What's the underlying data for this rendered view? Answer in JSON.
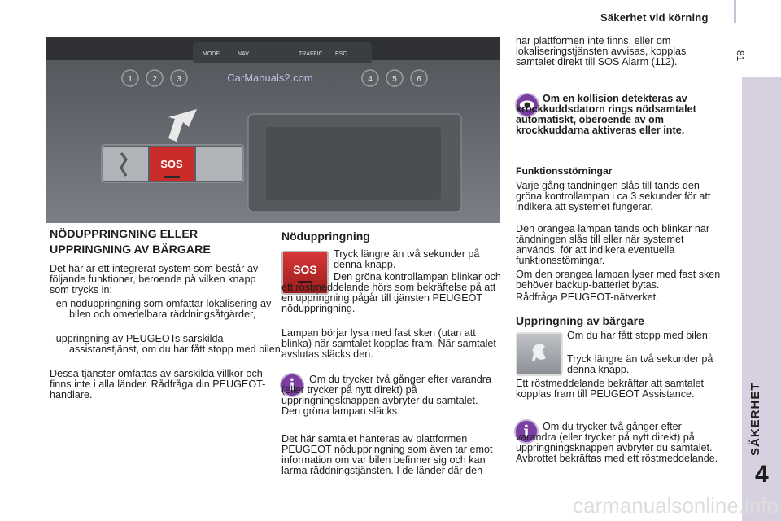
{
  "header": {
    "title": "Säkerhet vid körning",
    "page_number": "81"
  },
  "sidebar": {
    "section": "SÄKERHET",
    "chapter": "4"
  },
  "photo": {
    "buttons": [
      "MODE",
      "NAV",
      "TRAFFIC",
      "ESC"
    ],
    "numbers": [
      "1",
      "2",
      "3",
      "4",
      "5",
      "6"
    ],
    "sos_label": "SOS",
    "watermark": "CarManuals2.com"
  },
  "col1": {
    "heading": "NÖDUPPRINGNING ELLER UPPRINGNING AV BÄRGARE",
    "intro": "Det här är ett integrerat system som består av följande funktioner, beroende på vilken knapp som trycks in:",
    "bullets": [
      "- en nöduppringning som omfattar lokalisering av bilen och omedelbara räddningsåtgärder,",
      "- uppringning av PEUGEOTs särskilda assistanstjänst, om du har fått stopp med bilen."
    ],
    "outro": "Dessa tjänster omfattas av särskilda villkor och finns inte i alla länder. Rådfråga din PEUGEOT-handlare."
  },
  "col2": {
    "heading": "Nöduppringning",
    "sos_label": "SOS",
    "p1": "Tryck längre än två sekunder på denna knapp.",
    "p2": "Den gröna kontrollampan blinkar och ett röstmeddelande hörs som bekräftelse på att en uppringning pågår till tjänsten PEUGEOT nöduppringning.",
    "p3": "Lampan börjar lysa med fast sken (utan att blinka) när samtalet kopplas fram. När samtalet avslutas släcks den.",
    "info": "Om du trycker två gånger efter varandra (eller trycker på nytt direkt) på uppringningsknappen avbryter du samtalet. Den gröna lampan släcks.",
    "p4": "Det här samtalet hanteras av plattformen PEUGEOT nöduppringning som även tar emot information om var bilen befinner sig och kan larma räddningstjänsten. I de länder där den"
  },
  "col3": {
    "p_cont": "här plattformen inte finns, eller om lokaliseringstjänsten avvisas, kopplas samtalet direkt till SOS Alarm (112).",
    "warning": "Om en kollision detekteras av krockkuddsdatorn rings nödsamtalet automatiskt, oberoende av om krockkuddarna aktiveras eller inte.",
    "func_heading": "Funktionsstörningar",
    "func_p1": "Varje gång tändningen slås till tänds den gröna kontrollampan i ca 3 sekunder för att indikera att systemet fungerar.",
    "func_p2": "Den orangea lampan tänds och blinkar när tändningen slås till eller när systemet används, för att indikera eventuella funktionsstörningar.",
    "func_p3": "Om den orangea lampan lyser med fast sken behöver backup-batteriet bytas.",
    "func_p4": "Rådfråga PEUGEOT-nätverket.",
    "heading2": "Uppringning av bärgare",
    "b_p1": "Om du har fått stopp med bilen:",
    "b_p2": "Tryck längre än två sekunder på denna knapp.",
    "b_p3": "Ett röstmeddelande bekräftar att samtalet kopplas fram till PEUGEOT Assistance.",
    "info2": "Om du trycker två gånger efter varandra (eller trycker på nytt direkt) på uppringningsknappen avbryter du samtalet. Avbrottet bekräftas med ett röstmeddelande."
  },
  "footer": {
    "watermark": "carmanualsonline.info"
  }
}
